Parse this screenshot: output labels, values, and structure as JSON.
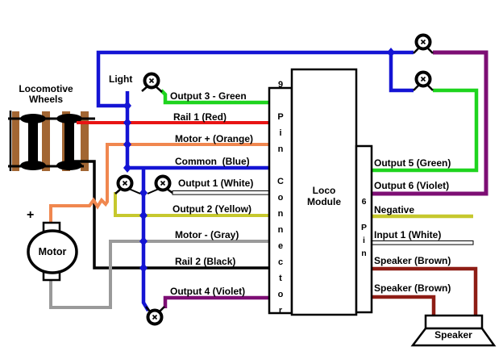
{
  "colors": {
    "blue": "#1414D4",
    "green": "#1ED41E",
    "red": "#E81414",
    "orange": "#F0874F",
    "yellow": "#C6C82E",
    "gray": "#9A9A9A",
    "violet": "#7D0E74",
    "brown": "#8E1D15",
    "wheelbrown": "#A26633",
    "black": "#000000",
    "white": "#FFFFFF"
  },
  "labels": {
    "locomotive_wheels": "Locomotive\nWheels",
    "light": "Light",
    "motor": "Motor",
    "motor_plus": "+",
    "loco_module": "Loco\nModule",
    "pin9": "9 Pin Connector",
    "pin6": "6 Pin",
    "speaker": "Speaker"
  },
  "left_wires": [
    {
      "label": "Output 3 - Green",
      "color": "green"
    },
    {
      "label": "Rail 1 (Red)",
      "color": "red"
    },
    {
      "label": "Motor + (Orange)",
      "color": "orange"
    },
    {
      "label": "Common  (Blue)",
      "color": "blue"
    },
    {
      "label": "Output 1 (White)",
      "color": "white"
    },
    {
      "label": "Output 2 (Yellow)",
      "color": "yellow"
    },
    {
      "label": "Motor - (Gray)",
      "color": "gray"
    },
    {
      "label": "Rail 2 (Black)",
      "color": "black"
    },
    {
      "label": "Output 4 (Violet)",
      "color": "violet"
    }
  ],
  "right_wires": [
    {
      "label": "Output 5 (Green)",
      "color": "green"
    },
    {
      "label": "Output 6 (Violet)",
      "color": "violet"
    },
    {
      "label": "Negative",
      "color": "yellow"
    },
    {
      "label": "Input 1 (White)",
      "color": "white"
    },
    {
      "label": "Speaker (Brown)",
      "color": "brown"
    },
    {
      "label": "Speaker (Brown)",
      "color": "brown"
    }
  ]
}
